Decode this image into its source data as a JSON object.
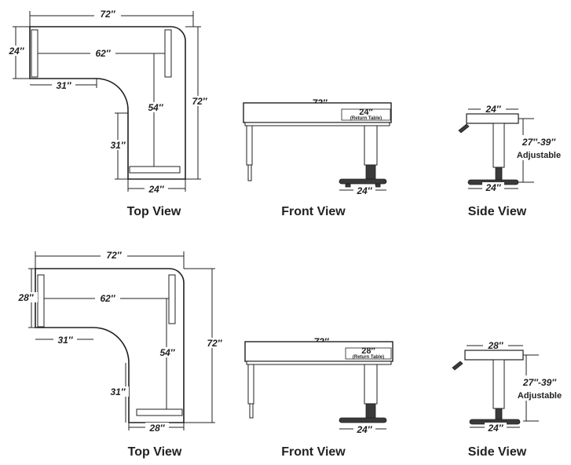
{
  "captions": {
    "top": "Top View",
    "front": "Front View",
    "side": "Side View"
  },
  "desk1": {
    "top": {
      "overall_width": "72″",
      "overall_depth": "72″",
      "left_depth": "24″",
      "inner_span": "62″",
      "inner_curve": "31″",
      "return_inner": "54″",
      "return_lower": "31″",
      "return_width": "24″"
    },
    "front": {
      "width": "72″",
      "return_width": "24″",
      "return_note": "(Return Table)",
      "base": "24″"
    },
    "side": {
      "top": "24″",
      "height": "27″-39″",
      "adjustable": "Adjustable",
      "base": "24″"
    }
  },
  "desk2": {
    "top": {
      "overall_width": "72″",
      "overall_depth": "72″",
      "left_depth": "28″",
      "inner_span": "62″",
      "inner_curve": "31″",
      "return_inner": "54″",
      "return_lower": "31″",
      "return_width": "28″"
    },
    "front": {
      "width": "72″",
      "return_width": "28″",
      "return_note": "(Return Table)",
      "base": "24″"
    },
    "side": {
      "top": "28″",
      "height": "27″-39″",
      "adjustable": "Adjustable",
      "base": "24″"
    }
  }
}
